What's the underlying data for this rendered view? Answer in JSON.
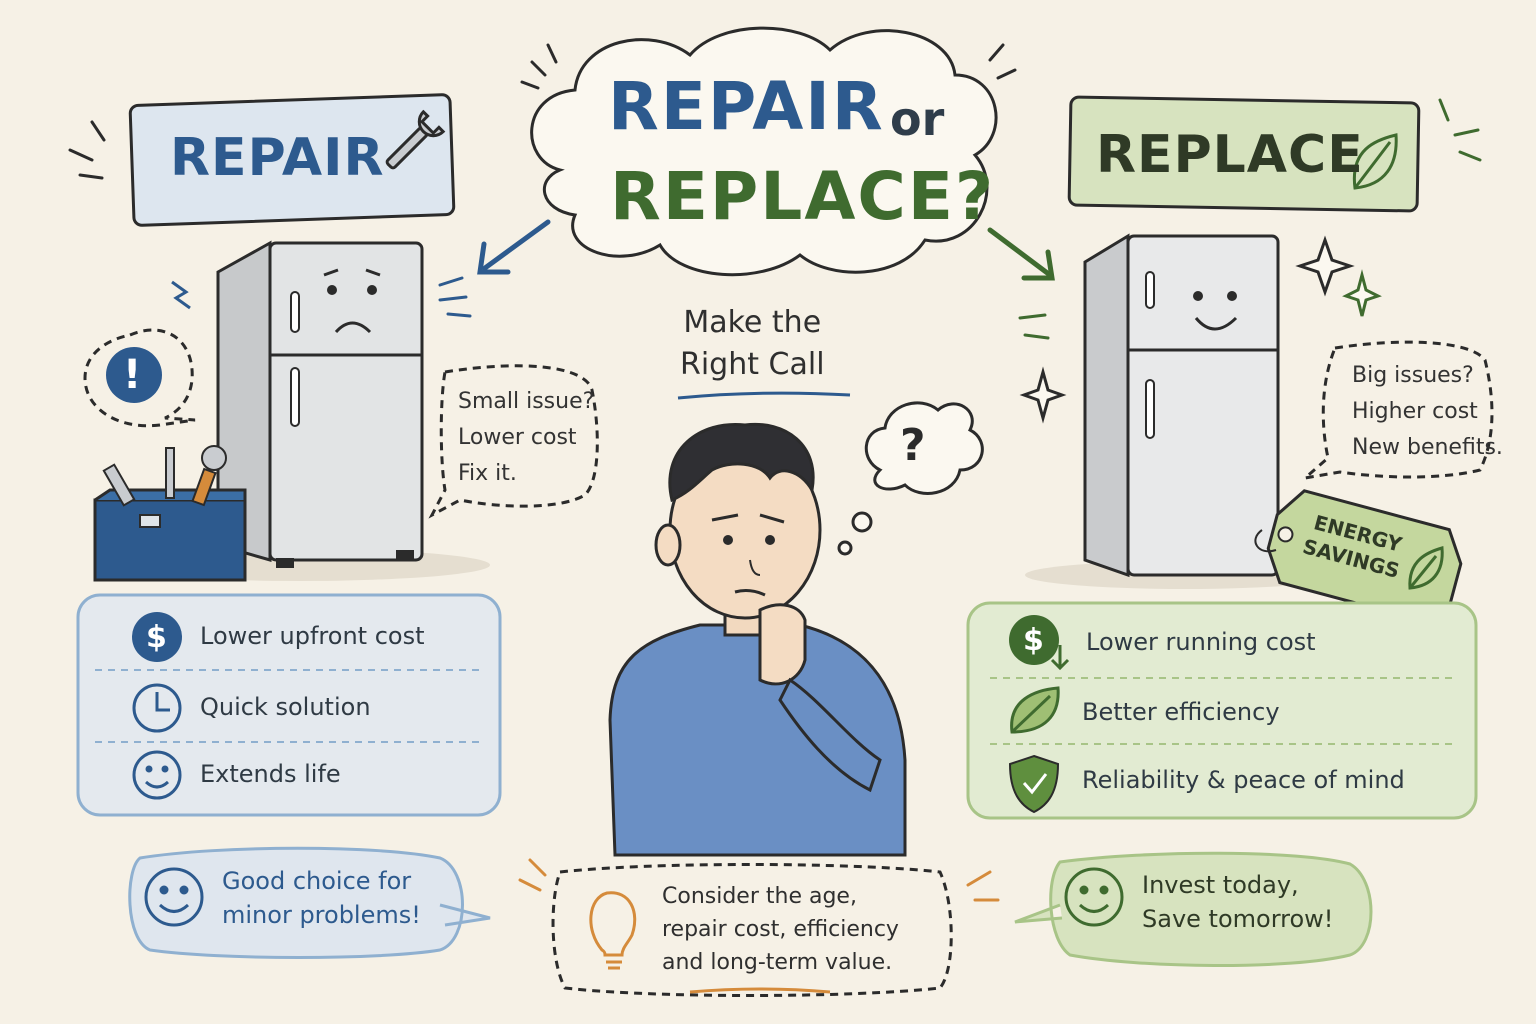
{
  "header": {
    "title_repair": "REPAIR",
    "title_or": "or",
    "title_replace": "REPLACE?"
  },
  "repair": {
    "label": "REPAIR",
    "note": [
      "Small issue?",
      "Lower cost",
      "Fix it."
    ],
    "benefits": [
      {
        "icon": "dollar-icon",
        "text": "Lower upfront cost"
      },
      {
        "icon": "clock-icon",
        "text": "Quick solution"
      },
      {
        "icon": "smiley-icon",
        "text": "Extends life"
      }
    ],
    "bottom": [
      "Good choice for",
      "minor problems!"
    ],
    "color": "#2d5a8e"
  },
  "replace": {
    "label": "REPLACE",
    "note": [
      "Big issues?",
      "Higher cost",
      "New benefits."
    ],
    "tag": [
      "ENERGY",
      "SAVINGS"
    ],
    "benefits": [
      {
        "icon": "dollar-down-icon",
        "text": "Lower running cost"
      },
      {
        "icon": "leaf-icon",
        "text": "Better efficiency"
      },
      {
        "icon": "shield-check-icon",
        "text": "Reliability & peace of mind"
      }
    ],
    "bottom": [
      "Invest today,",
      "Save tomorrow!"
    ],
    "color": "#3f6b2f"
  },
  "center": {
    "subtitle": [
      "Make the",
      "Right Call"
    ],
    "thought": "?",
    "tip": [
      "Consider the age,",
      "repair cost, efficiency",
      "and long-term value."
    ]
  },
  "alert": "!"
}
